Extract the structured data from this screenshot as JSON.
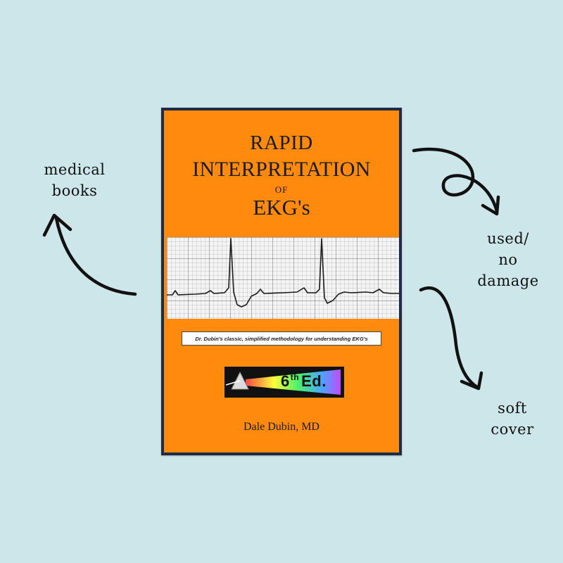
{
  "book": {
    "title_line1": "RAPID",
    "title_line2": "INTERPRETATION",
    "title_of": "OF",
    "title_line3": "EKG's",
    "tagline": "Dr. Dubin's classic, simplified methodology for understanding EKG's",
    "edition_num": "6",
    "edition_sup": "th",
    "edition_suffix": "Ed.",
    "author": "Dale Dubin, MD"
  },
  "notes": {
    "left": [
      "medical",
      "books"
    ],
    "right_top": [
      "used/",
      "no",
      "damage"
    ],
    "right_bottom": [
      "soft",
      "cover"
    ]
  },
  "colors": {
    "background": "#cde6ea",
    "cover": "#ff8a0d",
    "border": "#1f2b45"
  }
}
